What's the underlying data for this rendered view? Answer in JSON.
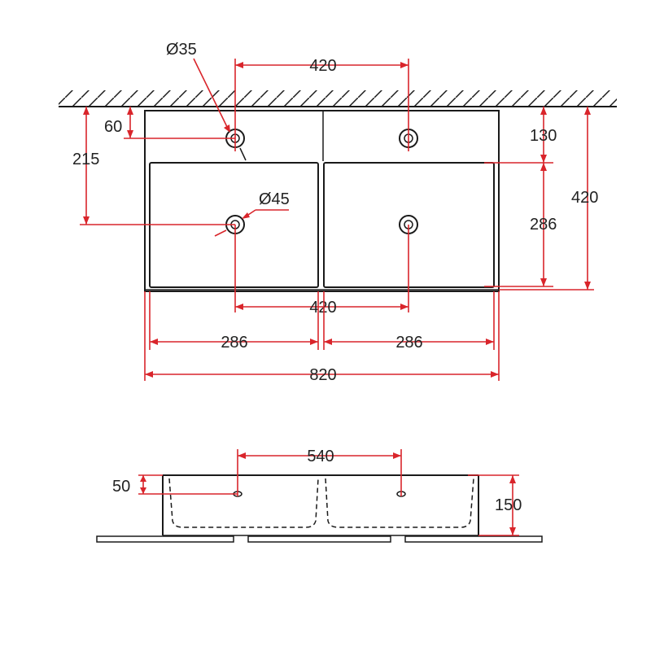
{
  "colors": {
    "dimension": "#d9252b",
    "outline": "#1a1a1a",
    "text": "#222222"
  },
  "top_view": {
    "tap_hole_dia": "Ø35",
    "waste_hole_dia": "Ø45",
    "tap_spacing": "420",
    "waste_spacing": "420",
    "wall_to_tap": "60",
    "wall_to_waste": "215",
    "wall_to_bowl": "130",
    "bowl_depth": "286",
    "total_depth": "420",
    "bowl_width_left": "286",
    "bowl_width_right": "286",
    "total_width": "820"
  },
  "side_view": {
    "hole_spacing": "540",
    "hole_height": "50",
    "total_height": "150"
  }
}
